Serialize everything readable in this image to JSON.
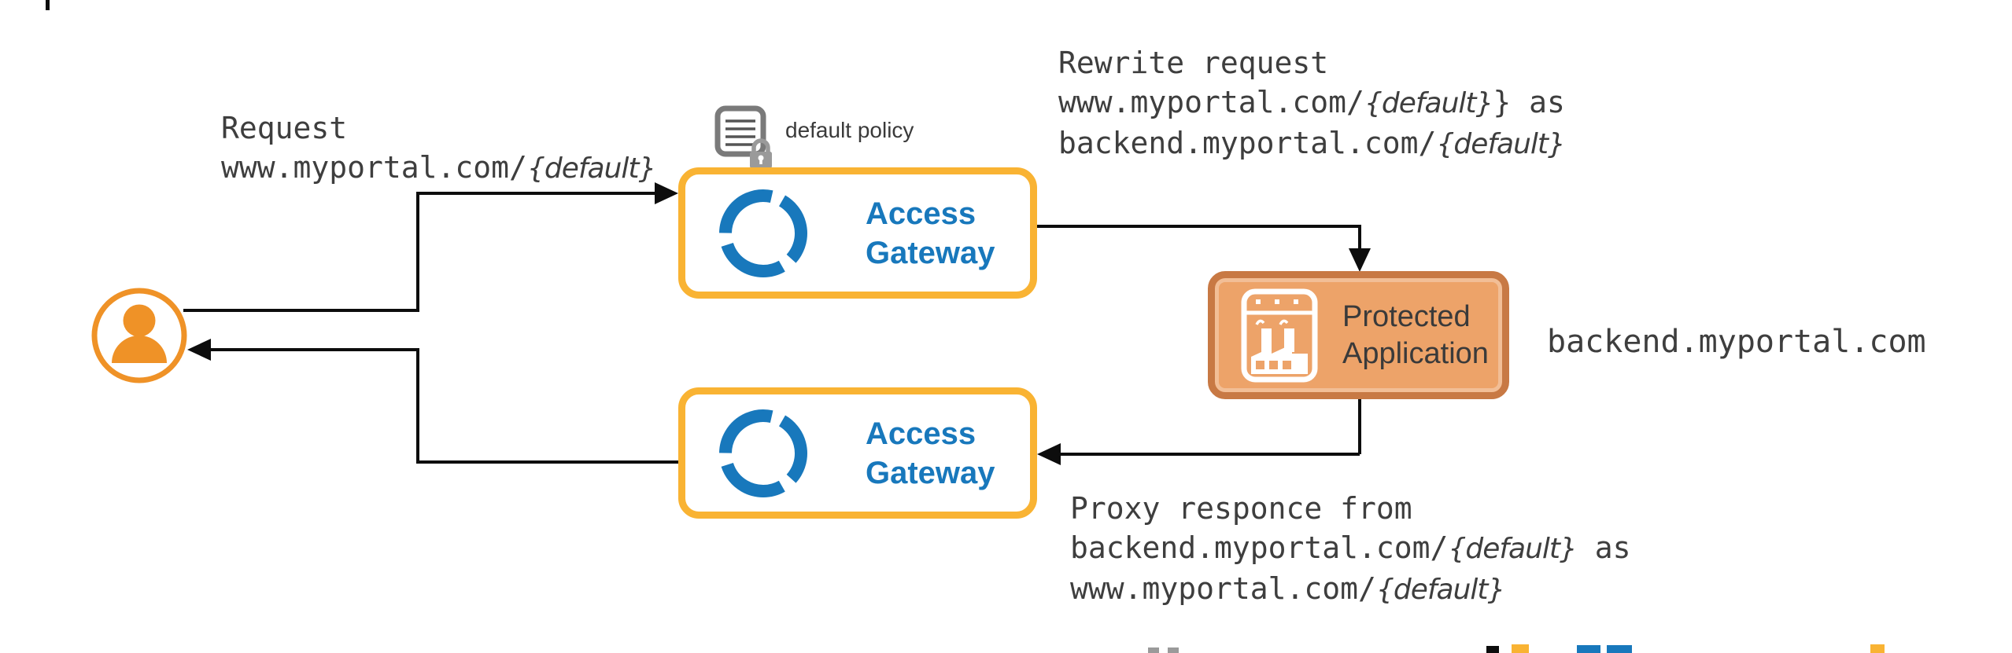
{
  "colors": {
    "gateway_border": "#f9b333",
    "gateway_text_blue": "#1878bc",
    "app_fill": "#eda369",
    "app_border": "#c87944",
    "user_orange": "#ef9227",
    "line_black": "#0d0d0d",
    "annotation_text": "#3e3e3e",
    "note_gray": "#7a7a7a"
  },
  "nodes": {
    "user": {
      "icon": "person-in-circle"
    },
    "gateway_top": {
      "line1": "Access",
      "line2": "Gateway",
      "icon": "segmented-ring"
    },
    "gateway_bottom": {
      "line1": "Access",
      "line2": "Gateway",
      "icon": "segmented-ring"
    },
    "protected_app": {
      "line1": "Protected",
      "line2": "Application",
      "icon": "factory-window"
    },
    "policy": {
      "label": "default policy",
      "icon": "note-with-lock"
    }
  },
  "annotations": {
    "request": {
      "line1": "Request",
      "line2_pre": "www.myportal.com/",
      "line2_var": "{default}"
    },
    "rewrite": {
      "line1": "Rewrite request",
      "line2_pre": "www.myportal.com/",
      "line2_var": "{default}",
      "line2_post": "} as",
      "line3_pre": "backend.myportal.com/",
      "line3_var": "{default}"
    },
    "backend_host": "backend.myportal.com",
    "proxy": {
      "line1": "Proxy responce from",
      "line2_pre": "backend.myportal.com/",
      "line2_var": "{default}",
      "line2_post": " as",
      "line3_pre": "www.myportal.com/",
      "line3_var": "{default}"
    }
  }
}
